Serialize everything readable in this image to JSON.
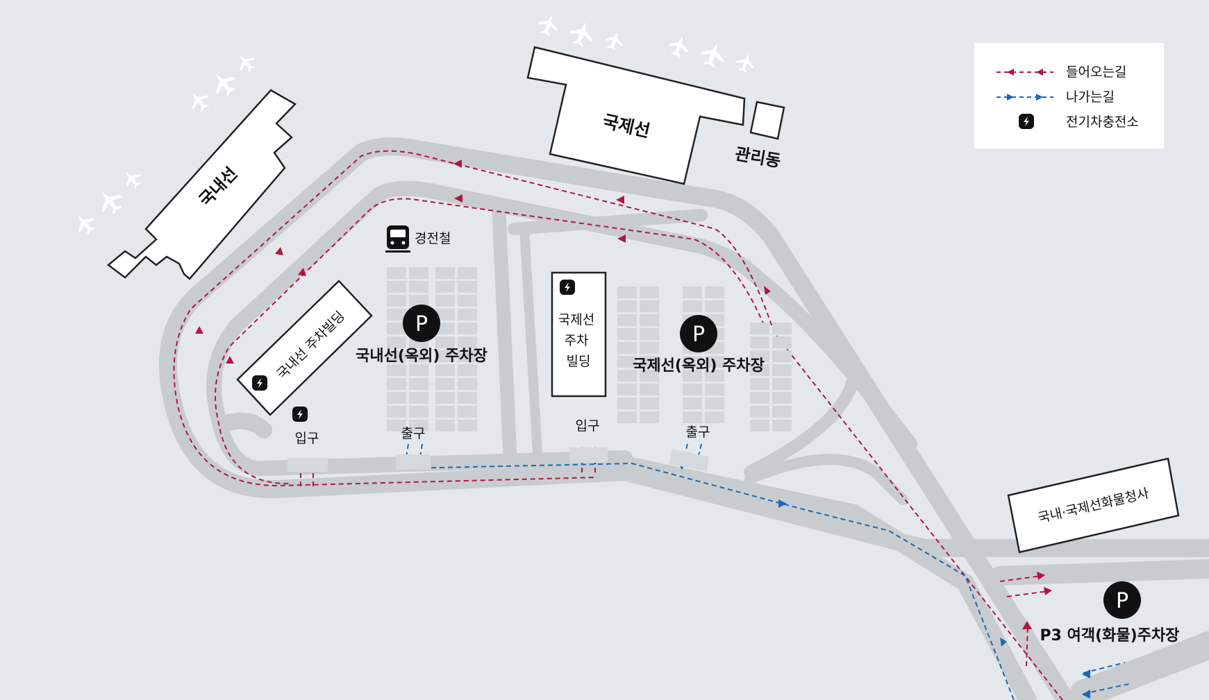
{
  "buildings": {
    "domestic_terminal": "국내선",
    "international_terminal": "국제선",
    "admin_building": "관리동",
    "domestic_parking_building": "국내선 주차빌딩",
    "intl_parking_building": [
      "국제선",
      "주차",
      "빌딩"
    ],
    "cargo_terminal": "국내·국제선화물청사",
    "light_rail": "경전철"
  },
  "parking": {
    "domestic_outdoor": {
      "symbol": "P",
      "label": "국내선(옥외) 주차장"
    },
    "international_outdoor": {
      "symbol": "P",
      "label": "국제선(옥외) 주차장"
    },
    "p3": {
      "symbol": "P",
      "label": "P3 여객(화물)주차장"
    }
  },
  "gates": {
    "domestic_entrance": "입구",
    "domestic_exit": "출구",
    "international_entrance": "입구",
    "international_exit": "출구"
  },
  "legend": {
    "incoming": "들어오는길",
    "outgoing": "나가는길",
    "ev_charger": "전기차충전소"
  },
  "colors": {
    "background": "#e5e8eb",
    "road": "#c9ccce",
    "incoming_route": "#b0163f",
    "outgoing_route": "#1a68b3",
    "building_fill": "#ffffff",
    "building_stroke": "#222222",
    "parking_slot": "#d3d6d9",
    "icon_dark": "#111111"
  },
  "icons": [
    "airplane-icon",
    "train-icon",
    "ev-charger-icon",
    "parking-icon",
    "route-arrow-icon"
  ]
}
